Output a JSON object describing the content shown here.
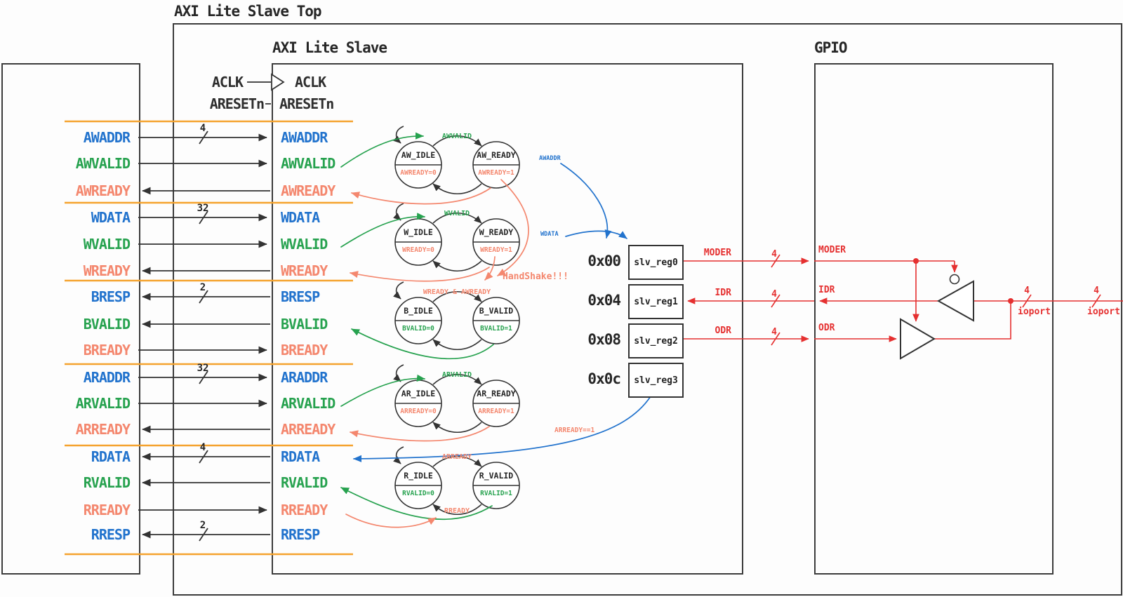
{
  "titles": {
    "top": "AXI Lite Slave Top",
    "slave": "AXI Lite Slave",
    "gpio": "GPIO"
  },
  "clock": {
    "aclk": "ACLK",
    "aresetn": "ARESETn"
  },
  "signals": [
    {
      "name": "AWADDR",
      "width": "4",
      "dir": "in"
    },
    {
      "name": "AWVALID",
      "dir": "in"
    },
    {
      "name": "AWREADY",
      "dir": "out"
    },
    {
      "name": "WDATA",
      "width": "32",
      "dir": "in"
    },
    {
      "name": "WVALID",
      "dir": "in"
    },
    {
      "name": "WREADY",
      "dir": "out"
    },
    {
      "name": "BRESP",
      "width": "2",
      "dir": "out"
    },
    {
      "name": "BVALID",
      "dir": "out"
    },
    {
      "name": "BREADY",
      "dir": "in"
    },
    {
      "name": "ARADDR",
      "width": "32",
      "dir": "in"
    },
    {
      "name": "ARVALID",
      "dir": "in"
    },
    {
      "name": "ARREADY",
      "dir": "out"
    },
    {
      "name": "RDATA",
      "width": "4",
      "dir": "out"
    },
    {
      "name": "RVALID",
      "dir": "out"
    },
    {
      "name": "RREADY",
      "dir": "in"
    },
    {
      "name": "RRESP",
      "width": "2",
      "dir": "out"
    }
  ],
  "fsms": [
    {
      "top_label": "AWVALID",
      "idle": "AW_IDLE",
      "active": "AW_READY",
      "idle_out": "AWREADY=0",
      "active_out": "AWREADY=1"
    },
    {
      "top_label": "WVALID",
      "idle": "W_IDLE",
      "active": "W_READY",
      "idle_out": "WREADY=0",
      "active_out": "WREADY=1"
    },
    {
      "top_label": "WREADY & AWREADY",
      "idle": "B_IDLE",
      "active": "B_VALID",
      "idle_out": "BVALID=0",
      "active_out": "BVALID=1"
    },
    {
      "top_label": "ARVALID",
      "idle": "AR_IDLE",
      "active": "AR_READY",
      "idle_out": "ARREADY=0",
      "active_out": "ARREADY=1"
    },
    {
      "top_label": "ARREADY",
      "bottom_label": "RREADY",
      "idle": "R_IDLE",
      "active": "R_VALID",
      "idle_out": "RVALID=0",
      "active_out": "RVALID=1"
    }
  ],
  "annotations": {
    "handshake": "HandShake!!!",
    "read_condition": "ARREADY==1",
    "awaddr_hint": "AWADDR",
    "wdata_hint": "WDATA"
  },
  "registers": [
    {
      "addr": "0x00",
      "name": "slv_reg0"
    },
    {
      "addr": "0x04",
      "name": "slv_reg1"
    },
    {
      "addr": "0x08",
      "name": "slv_reg2"
    },
    {
      "addr": "0x0c",
      "name": "slv_reg3"
    }
  ],
  "gpio_wires": [
    {
      "label": "MODER",
      "width": "4"
    },
    {
      "label": "IDR",
      "width": "4"
    },
    {
      "label": "ODR",
      "width": "4"
    }
  ],
  "ioport": {
    "label": "ioport",
    "width": "4"
  },
  "colors": {
    "blue": "#2273cd",
    "green": "#27a24f",
    "salmon": "#f4876e",
    "red": "#e53030",
    "orange": "#f5a32e",
    "ink": "#333333"
  }
}
